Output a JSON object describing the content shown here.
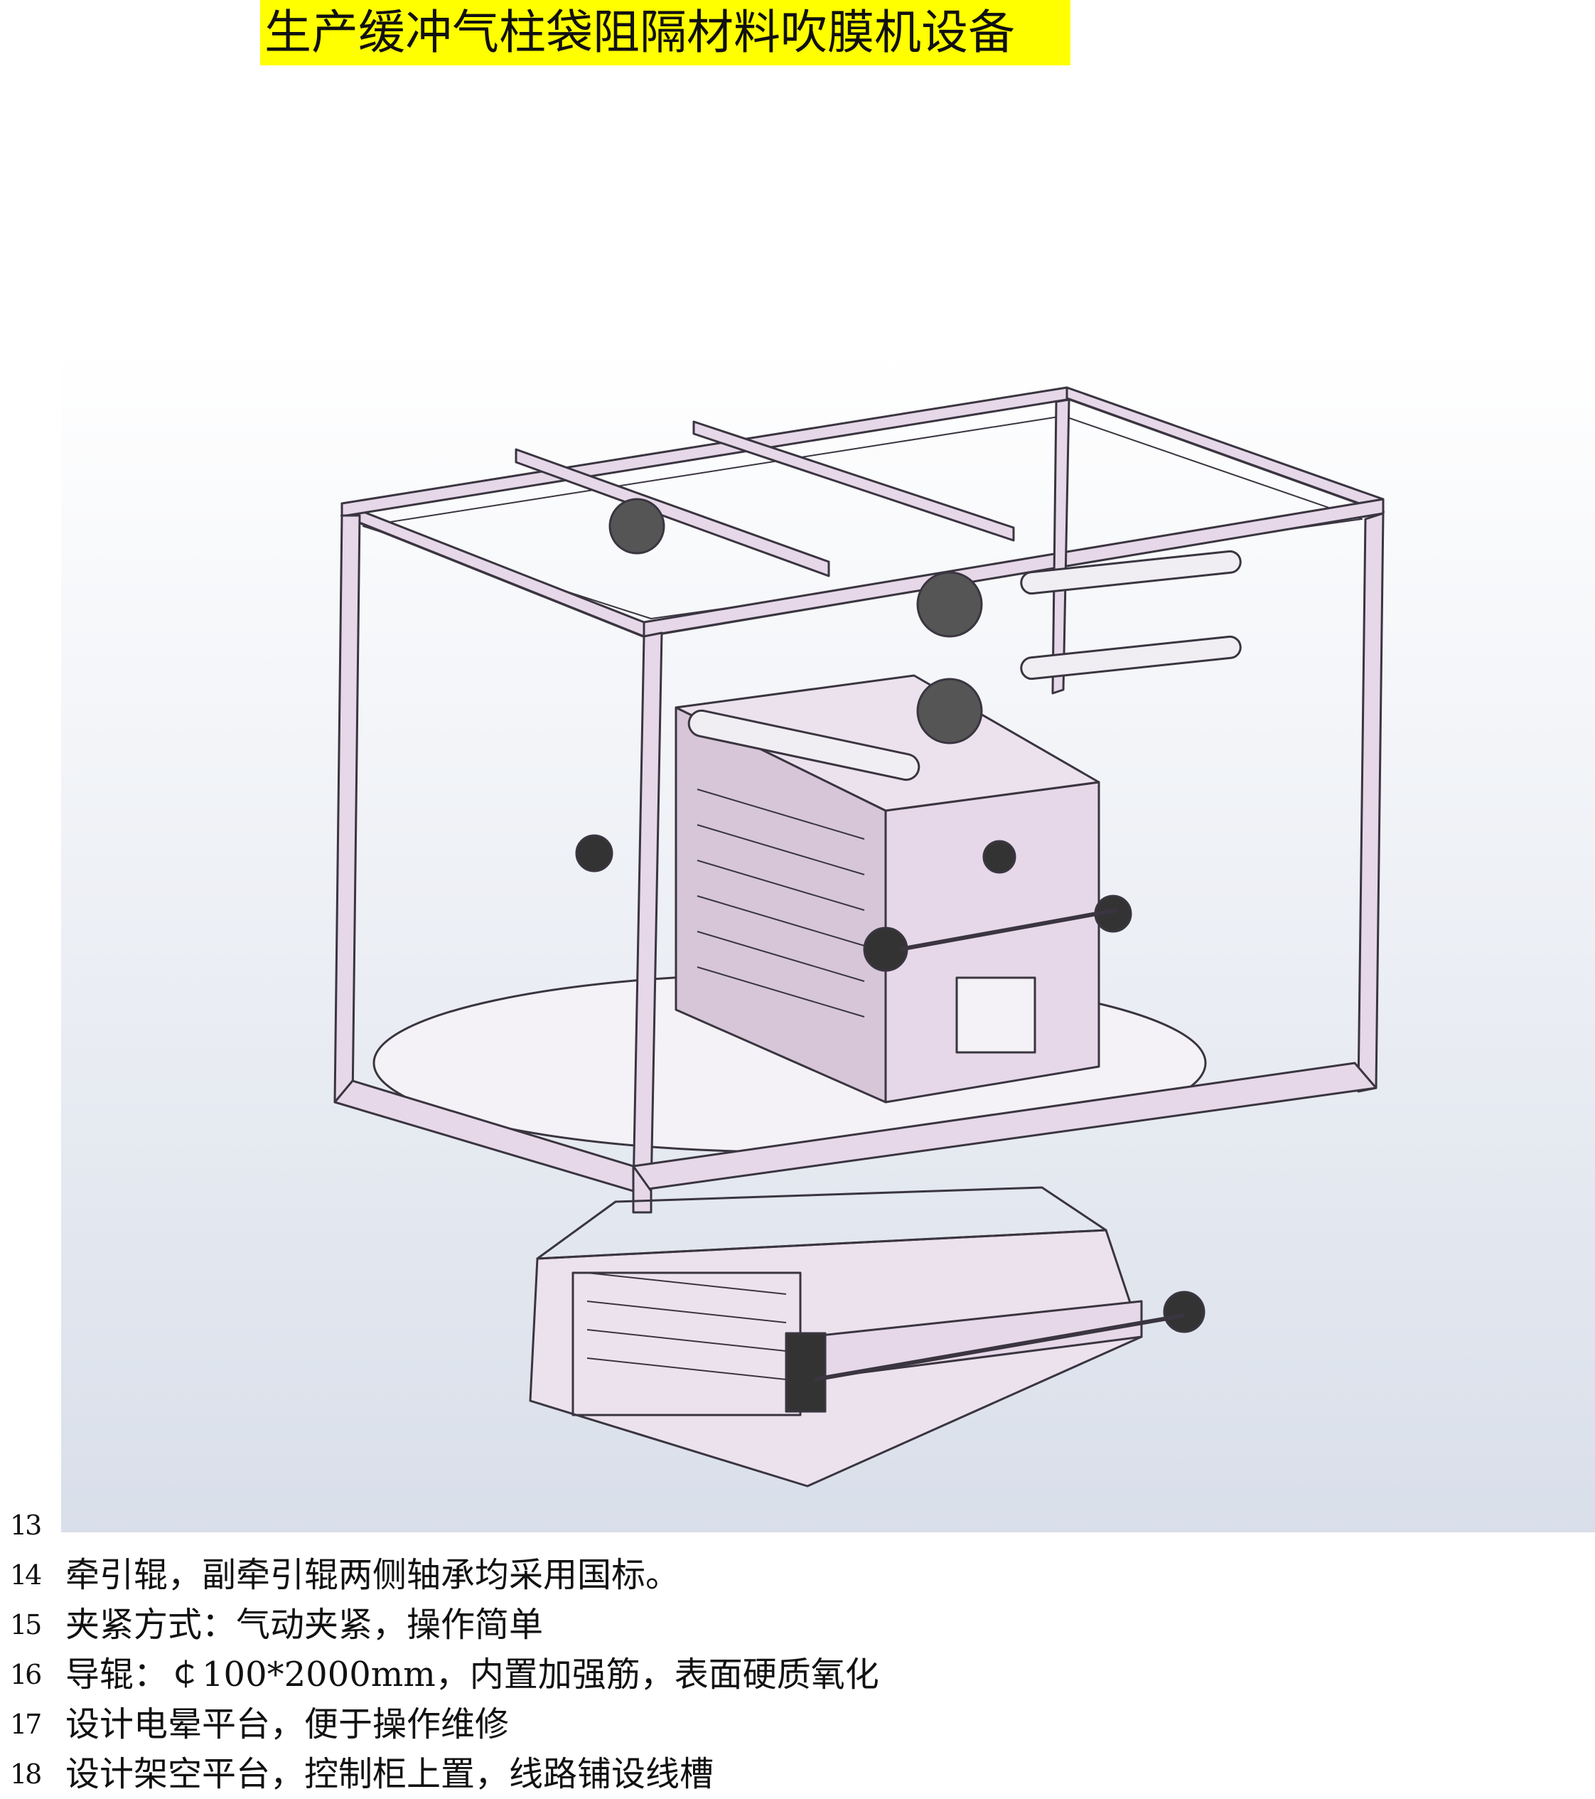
{
  "title": "生产缓冲气柱袋阻隔材料吹膜机设备",
  "figure": {
    "colors": {
      "frame": "#e6d8e8",
      "edge": "#3a3540",
      "background_top": "#ffffff",
      "background_bottom": "#d9dfea"
    }
  },
  "items": [
    {
      "num": "13",
      "text": ""
    },
    {
      "num": "14",
      "text": "牵引辊，副牵引辊两侧轴承均采用国标。"
    },
    {
      "num": "15",
      "text": "夹紧方式：气动夹紧，操作简单"
    },
    {
      "num": "16",
      "text": "导辊：￠100*2000mm，内置加强筋，表面硬质氧化"
    },
    {
      "num": "17",
      "text": "设计电晕平台，便于操作维修"
    },
    {
      "num": "18",
      "text": "设计架空平台，控制柜上置，线路铺设线槽"
    }
  ]
}
